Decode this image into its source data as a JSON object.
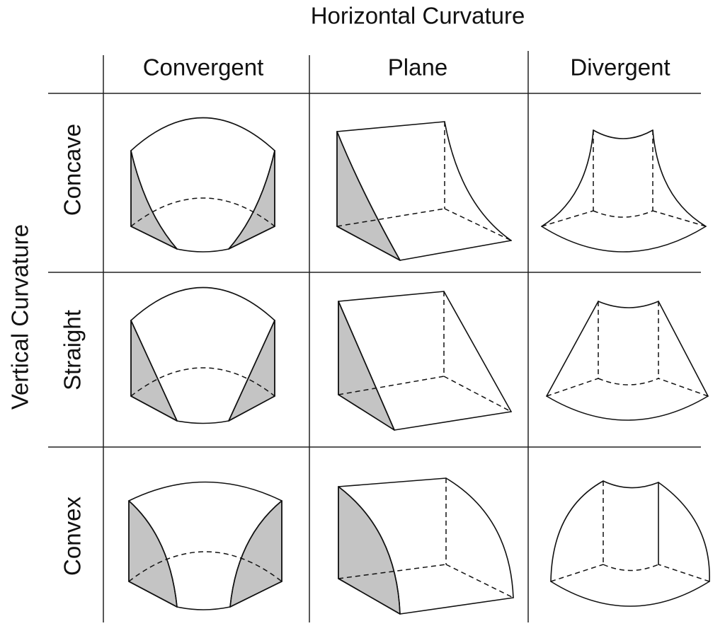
{
  "horizontal_axis_title": "Horizontal Curvature",
  "vertical_axis_title": "Vertical Curvature",
  "columns": [
    "Convergent",
    "Plane",
    "Divergent"
  ],
  "rows": [
    "Concave",
    "Straight",
    "Convex"
  ],
  "colors": {
    "shaded_face": "#c4c4c4",
    "line": "#111111",
    "background": "#ffffff"
  }
}
